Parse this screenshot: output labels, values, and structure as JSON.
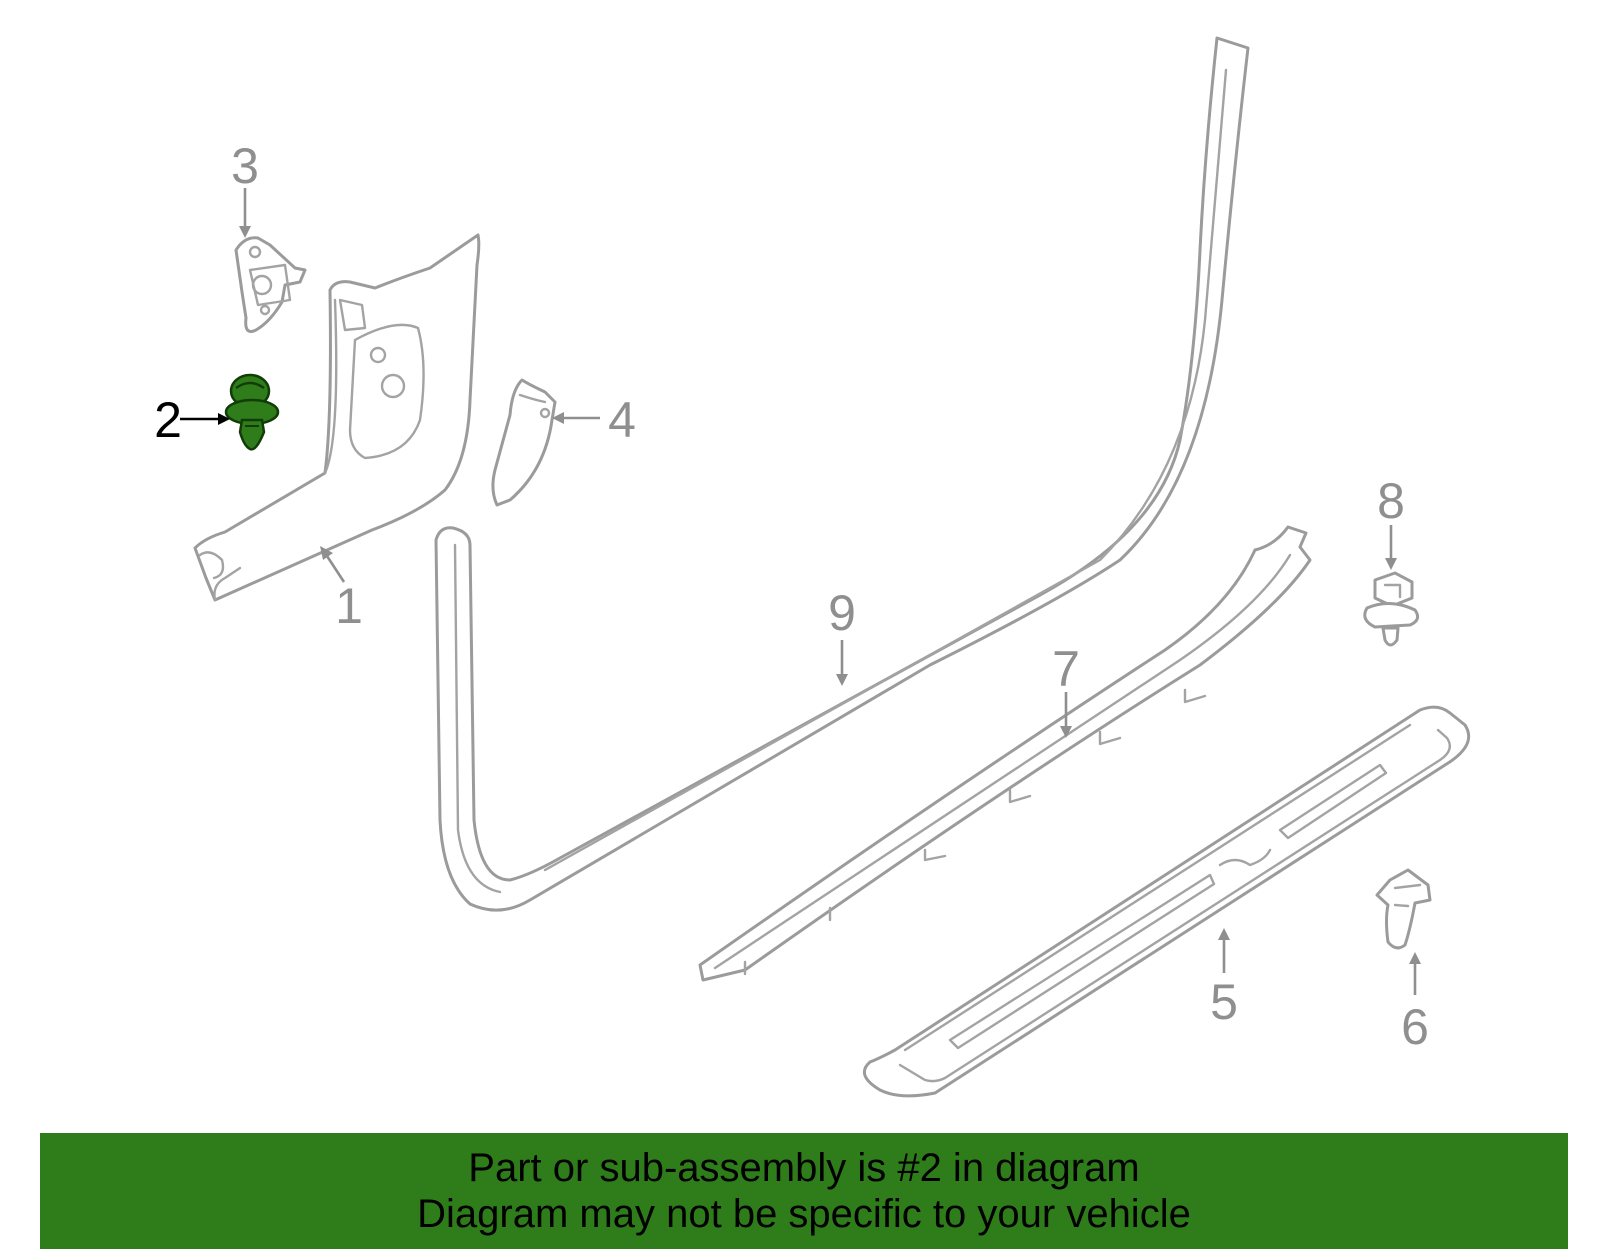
{
  "diagram": {
    "highlight_color": "#2e7d1a",
    "line_color": "#9b9b9b",
    "highlighted_part": "2",
    "callouts": {
      "c1": "1",
      "c2": "2",
      "c3": "3",
      "c4": "4",
      "c5": "5",
      "c6": "6",
      "c7": "7",
      "c8": "8",
      "c9": "9"
    }
  },
  "banner": {
    "background": "#2e7d1a",
    "line1": "Part or sub-assembly is #2 in diagram",
    "line2": "Diagram may not be specific to your vehicle"
  }
}
